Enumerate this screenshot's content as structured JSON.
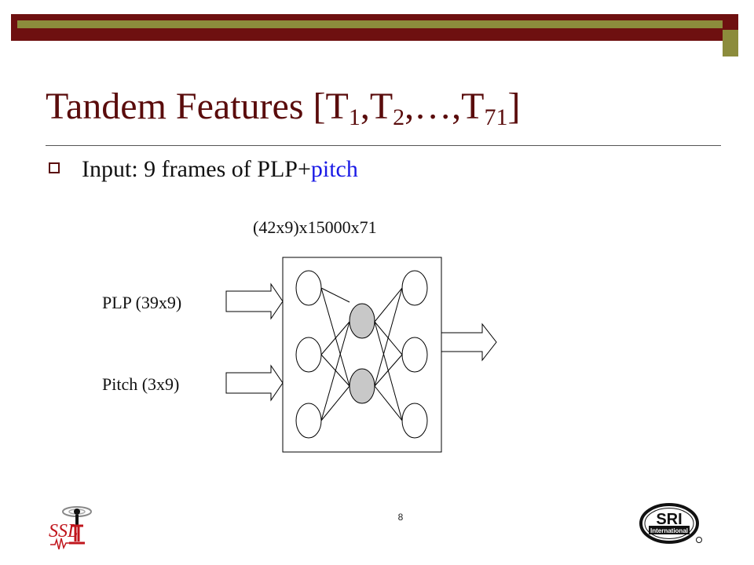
{
  "slide": {
    "title_main": "Tandem Features [T",
    "title_sub1": "1",
    "title_sep1": ",T",
    "title_sub2": "2",
    "title_sep2": ",…,T",
    "title_sub3": "71",
    "title_end": "]",
    "bullet_prefix": "Input: 9 frames of PLP+",
    "bullet_highlight": "pitch",
    "page_number": "8"
  },
  "diagram": {
    "topology_label": "(42x9)x15000x71",
    "input_plp_label": "PLP (39x9)",
    "input_pitch_label": "Pitch (3x9)",
    "input_nodes": 3,
    "hidden_nodes": 2,
    "output_nodes": 3
  },
  "logos": {
    "left": "SSL",
    "right_top": "SRI",
    "right_bottom": "International"
  },
  "colors": {
    "title": "#5a0c0c",
    "bar_dark": "#6e1010",
    "bar_olive": "#8c8c3c",
    "highlight": "#1a1ae6",
    "hidden_node_fill": "#c8c8c8"
  }
}
